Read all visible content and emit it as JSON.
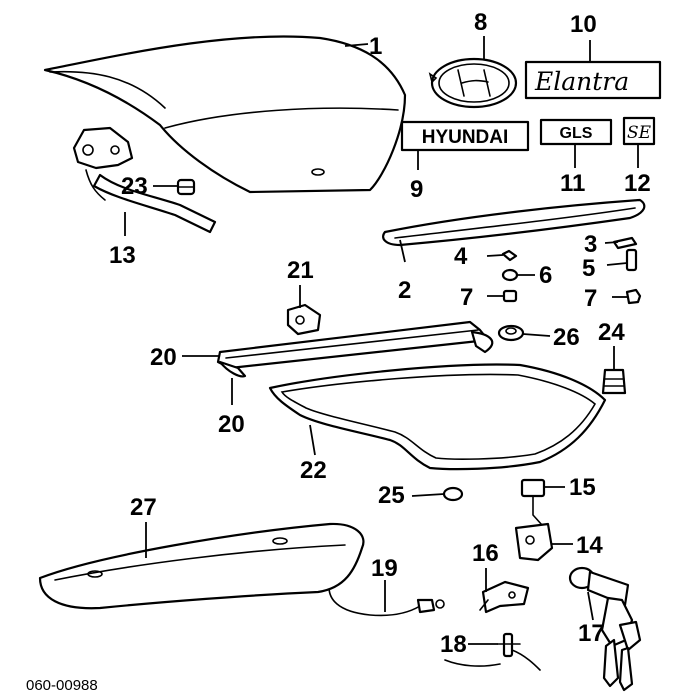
{
  "diagram": {
    "code": "060-00988",
    "callouts": [
      {
        "id": "c1",
        "label": "1"
      },
      {
        "id": "c2",
        "label": "2"
      },
      {
        "id": "c3",
        "label": "3"
      },
      {
        "id": "c4",
        "label": "4"
      },
      {
        "id": "c5",
        "label": "5"
      },
      {
        "id": "c6",
        "label": "6"
      },
      {
        "id": "c7a",
        "label": "7"
      },
      {
        "id": "c7b",
        "label": "7"
      },
      {
        "id": "c8",
        "label": "8"
      },
      {
        "id": "c9",
        "label": "9"
      },
      {
        "id": "c10",
        "label": "10"
      },
      {
        "id": "c11",
        "label": "11"
      },
      {
        "id": "c12",
        "label": "12"
      },
      {
        "id": "c13",
        "label": "13"
      },
      {
        "id": "c14",
        "label": "14"
      },
      {
        "id": "c15",
        "label": "15"
      },
      {
        "id": "c16",
        "label": "16"
      },
      {
        "id": "c17",
        "label": "17"
      },
      {
        "id": "c18",
        "label": "18"
      },
      {
        "id": "c19",
        "label": "19"
      },
      {
        "id": "c20a",
        "label": "20"
      },
      {
        "id": "c20b",
        "label": "20"
      },
      {
        "id": "c21",
        "label": "21"
      },
      {
        "id": "c22",
        "label": "22"
      },
      {
        "id": "c23",
        "label": "23"
      },
      {
        "id": "c24",
        "label": "24"
      },
      {
        "id": "c25",
        "label": "25"
      },
      {
        "id": "c26",
        "label": "26"
      },
      {
        "id": "c27",
        "label": "27"
      }
    ],
    "emblems": {
      "hyundai_wordmark": "HYUNDAI",
      "elantra_script": "Elantra",
      "gls_badge": "GLS",
      "se_badge": "SE"
    }
  }
}
